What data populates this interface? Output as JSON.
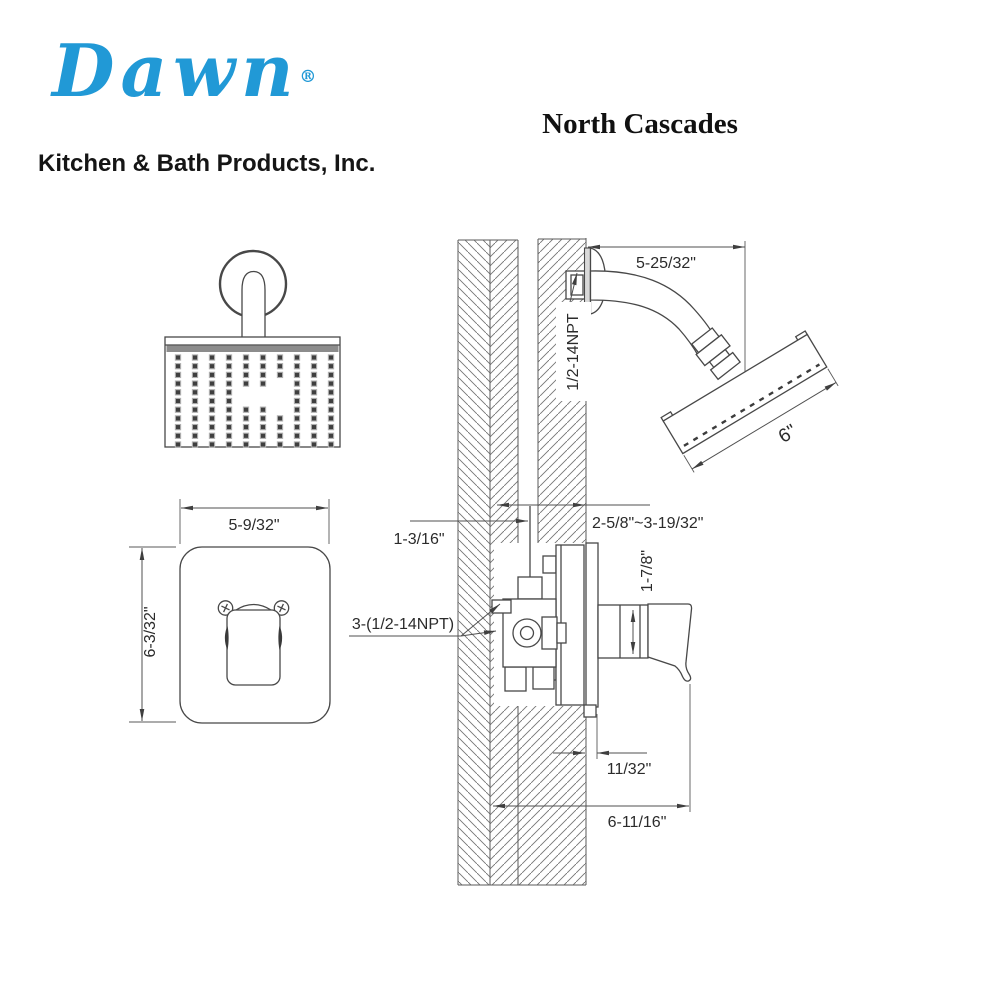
{
  "header": {
    "logo_text": "Dawn",
    "registered_mark": "®",
    "logo_subtitle": "Kitchen & Bath Products, Inc.",
    "product_title": "North Cascades"
  },
  "dimensions": {
    "shower_arm_length": "5-25/32\"",
    "arm_thread": "1/2-14NPT",
    "head_diameter": "6\"",
    "rough_in_depth": "2-5/8\"~3-19/32\"",
    "center_offset": "1-3/16\"",
    "inlet_threads": "3-(1/2-14NPT)",
    "handle_height": "1-7/8\"",
    "trim_gap": "11/32\"",
    "handle_reach": "6-11/16\"",
    "plate_width": "5-9/32\"",
    "plate_height": "6-3/32\""
  },
  "front_view": {
    "nozzle_grid": {
      "cols": 10,
      "rows": 11,
      "missing": [
        [
          4,
          7
        ],
        [
          5,
          5
        ],
        [
          5,
          6
        ],
        [
          5,
          7
        ],
        [
          6,
          5
        ],
        [
          6,
          6
        ],
        [
          6,
          7
        ],
        [
          7,
          7
        ]
      ]
    }
  },
  "colors": {
    "logo_blue": "#2199d6",
    "line_dark": "#484848",
    "hatch_gray": "#707070",
    "band_gray": "#8c8c8c"
  }
}
